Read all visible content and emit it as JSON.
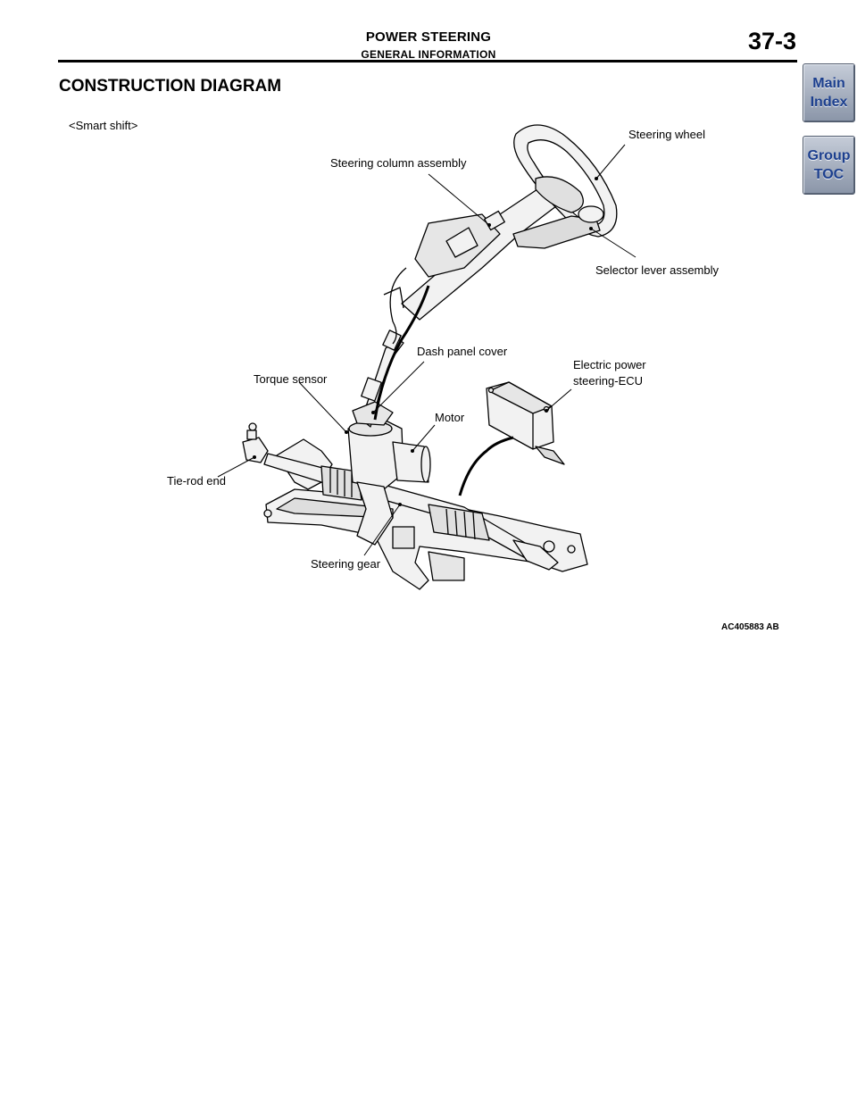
{
  "header": {
    "title": "POWER STEERING",
    "subtitle": "GENERAL INFORMATION",
    "page_number": "37-3"
  },
  "nav": {
    "main_index": [
      "Main",
      "Index"
    ],
    "group_toc": [
      "Group",
      "TOC"
    ]
  },
  "section_title": "CONSTRUCTION DIAGRAM",
  "variant_label": "<Smart shift>",
  "figure": {
    "labels": {
      "steering_wheel": "Steering wheel",
      "steering_column_assembly": "Steering column assembly",
      "selector_lever_assembly": "Selector lever assembly",
      "dash_panel_cover": "Dash panel cover",
      "electric_power_steering_ecu": [
        "Electric power",
        "steering-ECU"
      ],
      "torque_sensor": "Torque sensor",
      "motor": "Motor",
      "tie_rod_end": "Tie-rod end",
      "steering_gear": "Steering gear"
    },
    "figure_id": "AC405883 AB"
  },
  "colors": {
    "nav_text": "#1c3f8e",
    "line": "#000000",
    "part_fill": "#f2f2f2",
    "part_shade": "#bdbdbd"
  }
}
